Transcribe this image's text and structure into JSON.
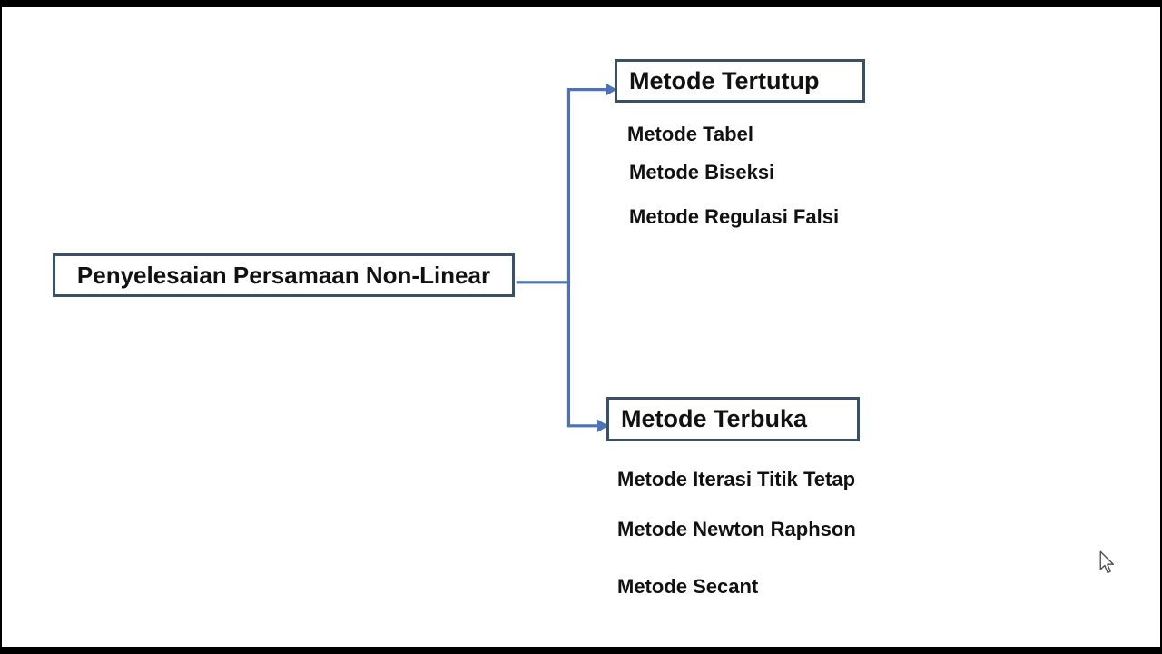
{
  "page": {
    "background_color": "#ffffff",
    "frame_color": "#000000"
  },
  "diagram": {
    "root_label": "Penyelesaian Persamaan Non-Linear",
    "closed": {
      "title": "Metode Tertutup",
      "items": [
        "Metode Tabel",
        "Metode Biseksi",
        "Metode Regulasi Falsi"
      ]
    },
    "open": {
      "title": "Metode Terbuka",
      "items": [
        "Metode Iterasi Titik Tetap",
        "Metode Newton Raphson",
        "Metode Secant"
      ]
    },
    "colors": {
      "box_border": "#3a5069",
      "connector": "#4a73ba",
      "text": "#111111"
    }
  },
  "cursor": {
    "icon": "mouse-pointer-icon"
  }
}
